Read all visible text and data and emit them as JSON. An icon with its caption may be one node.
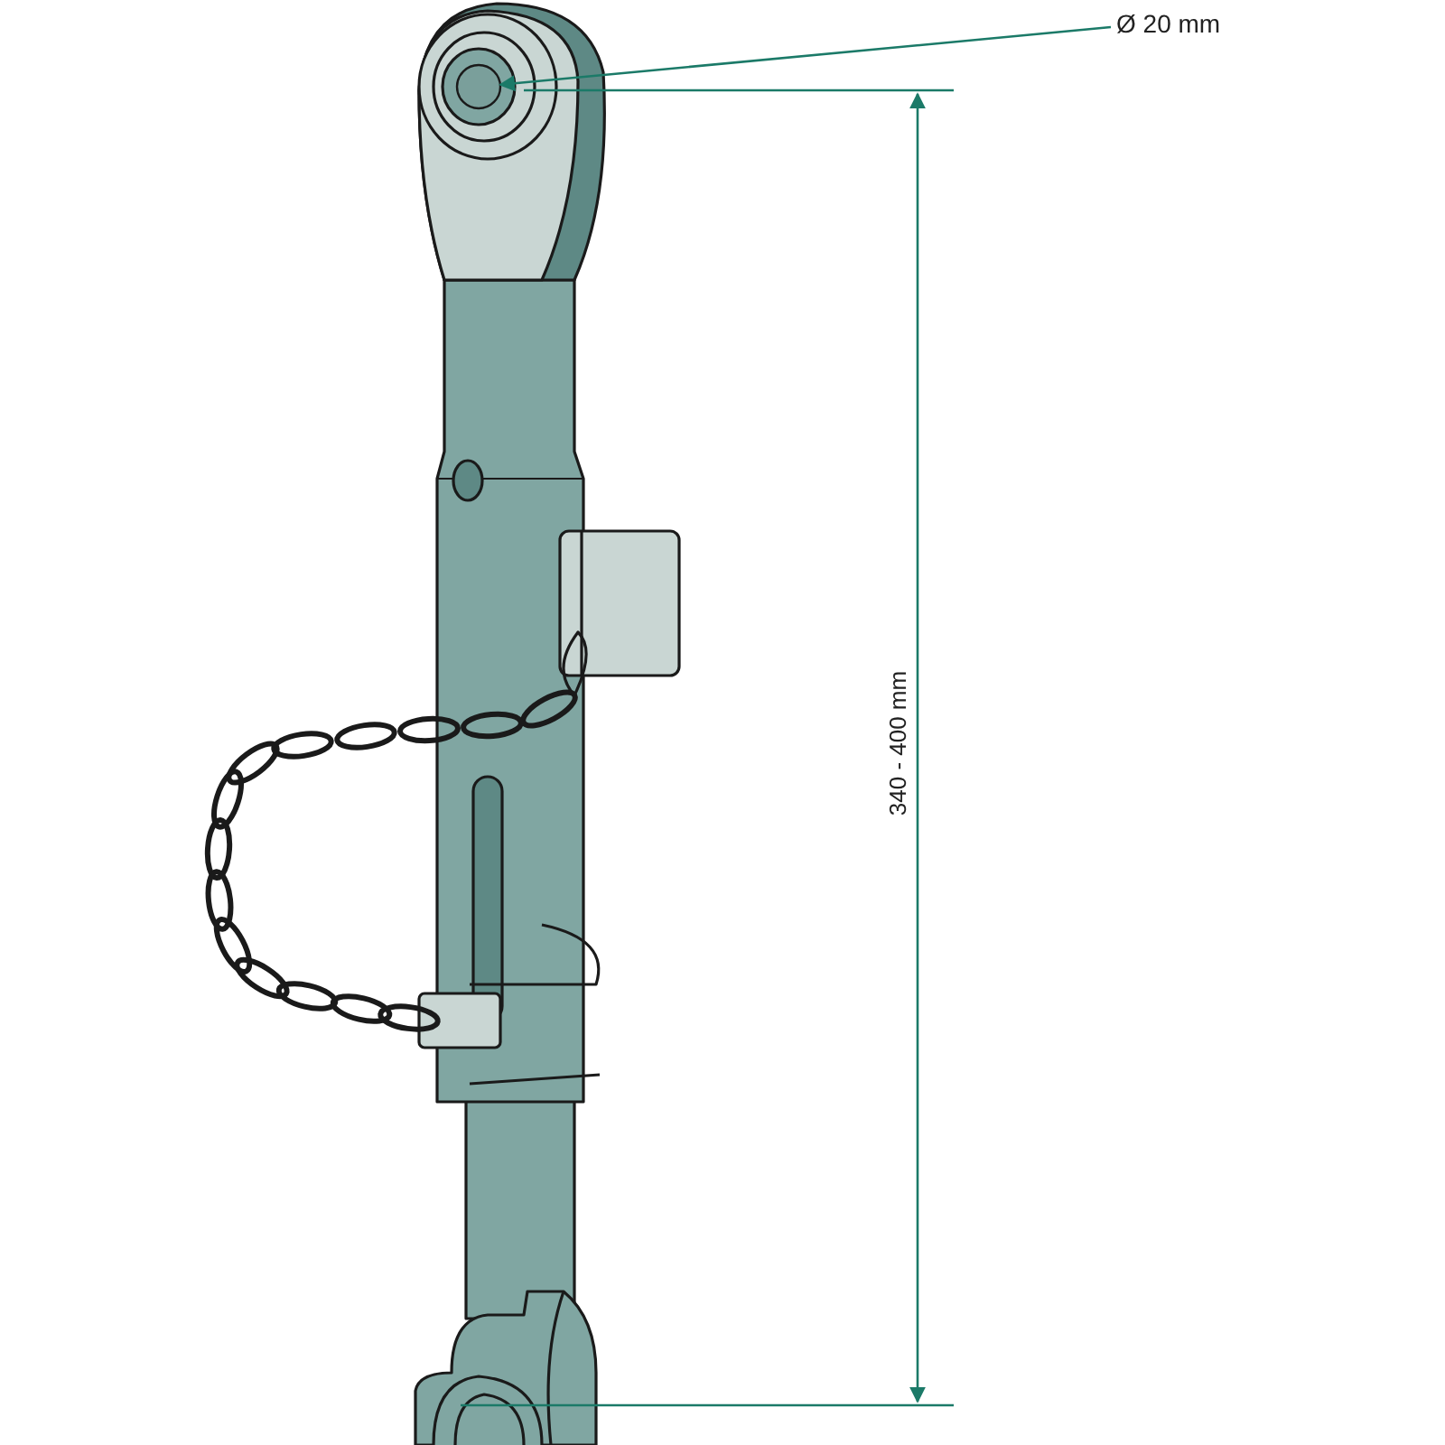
{
  "diagram": {
    "nodes": [
      {
        "text": [
          "Ø 20 mm"
        ]
      },
      {
        "text": [],
        "shape": "circle"
      }
    ],
    "edges": [
      {
        "from": 0,
        "to": 1,
        "arrow": "to"
      }
    ],
    "labels": [
      "340 - 400 mm"
    ]
  }
}
